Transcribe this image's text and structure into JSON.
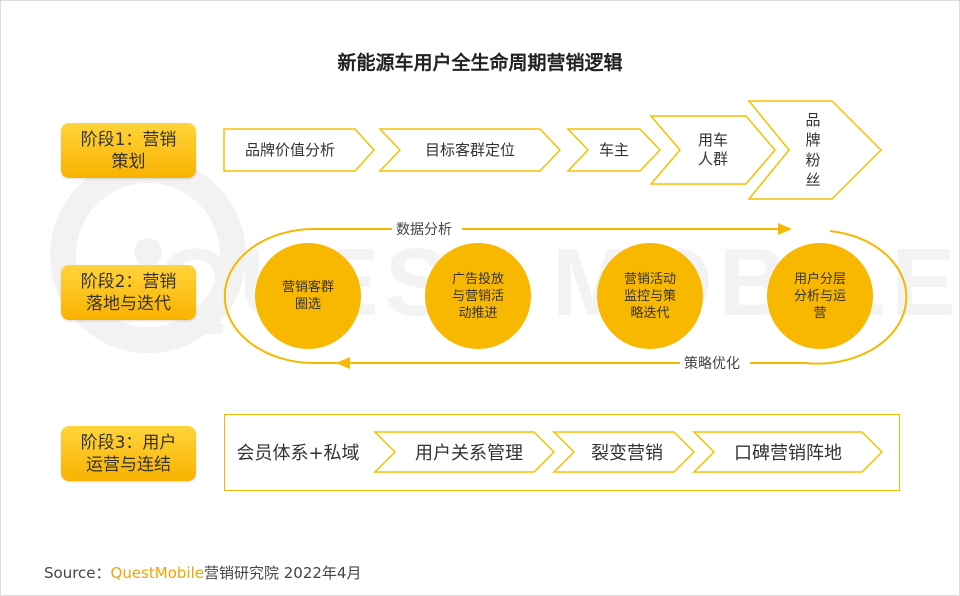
{
  "title": "新能源车用户全生命周期营销逻辑",
  "stages": [
    {
      "label": "阶段1：营销\n策划"
    },
    {
      "label": "阶段2：营销\n落地与迭代"
    },
    {
      "label": "阶段3：用户\n运营与连结"
    }
  ],
  "stage1": {
    "steps": [
      "品牌价值分析",
      "目标客群定位",
      "车主",
      "用车\n人群",
      "品\n牌\n粉\n丝"
    ]
  },
  "stage2": {
    "loop_top_label": "数据分析",
    "loop_bottom_label": "策略优化",
    "circles": [
      "营销客群\n圈选",
      "广告投放\n与营销活\n动推进",
      "营销活动\n监控与策\n略迭代",
      "用户分层\n分析与运\n营"
    ]
  },
  "stage3": {
    "items": [
      "会员体系+私域",
      "用户关系管理",
      "裂变营销",
      "口碑营销阵地"
    ]
  },
  "source": {
    "prefix": "Source：",
    "brand": "QuestMobile",
    "suffix": "营销研究院 2022年4月"
  },
  "colors": {
    "accent": "#f8b800",
    "accent_light": "#ffd43b",
    "chevron_stroke": "#f5c000"
  }
}
